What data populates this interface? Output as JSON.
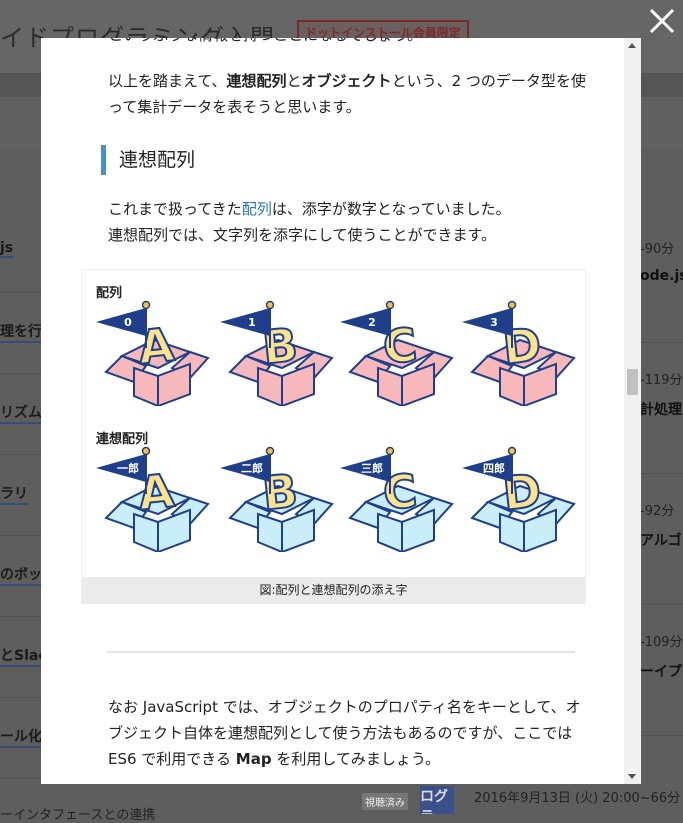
{
  "background": {
    "title": "イドプログラミング入門",
    "badge": "ドットインストール会員限定",
    "left_items": [
      "js",
      "理を行",
      "リズム",
      "ラリ",
      "のボッ",
      "とSlac",
      "ール化"
    ],
    "right_items": [
      {
        "meta": "-90分",
        "title": "ode.js"
      },
      {
        "meta": "-119分",
        "title": "計処理"
      },
      {
        "meta": "-92分",
        "title": "アルゴリ"
      },
      {
        "meta": "-109分",
        "title": "ーイプラ"
      }
    ],
    "bottom_tag": "視聴済み",
    "bottom_thumb": "ログラ",
    "bottom_text": "2016年9月13日 (火) 20:00~66分",
    "bottom_left": "ーインタフェースとの連携"
  },
  "modal": {
    "cut_top_line": "というふうな情報を持つことになるでしょう。",
    "para1_line1_prefix": "以上を踏まえて、",
    "para1_bold1": "連想配列",
    "para1_mid": "と",
    "para1_bold2": "オブジェクト",
    "para1_line1_suffix": "という、2 つのデータ型を使",
    "para1_line2": "って集計データを表そうと思います。",
    "heading": "連想配列",
    "para2_line1_prefix": "これまで扱ってきた",
    "para2_link": "配列",
    "para2_line1_suffix": "は、添字が数字となっていました。",
    "para2_line2": "連想配列では、文字列を添字にして使うことができます。",
    "figure": {
      "label_array": "配列",
      "label_assoc": "連想配列",
      "letters": [
        "A",
        "B",
        "C",
        "D"
      ],
      "array_keys": [
        "0",
        "1",
        "2",
        "3"
      ],
      "assoc_keys": [
        "一郎",
        "二郎",
        "三郎",
        "四郎"
      ],
      "caption": "図:配列と連想配列の添え字",
      "colors": {
        "pink_box": "#f7b8bc",
        "blue_box": "#c9eefa",
        "flag": "#1f3f8a",
        "letter": "#fbe28c",
        "outline": "#1f3f8a"
      }
    },
    "para3_line1": "なお JavaScript では、オブジェクトのプロパティ名をキーとして、オ",
    "para3_line2": "ブジェクト自体を連想配列として使う方法もあるのですが、ここでは",
    "para3_line3_prefix": "ES6 で利用できる ",
    "para3_bold": "Map",
    "para3_line3_suffix": " を利用してみましょう。"
  }
}
